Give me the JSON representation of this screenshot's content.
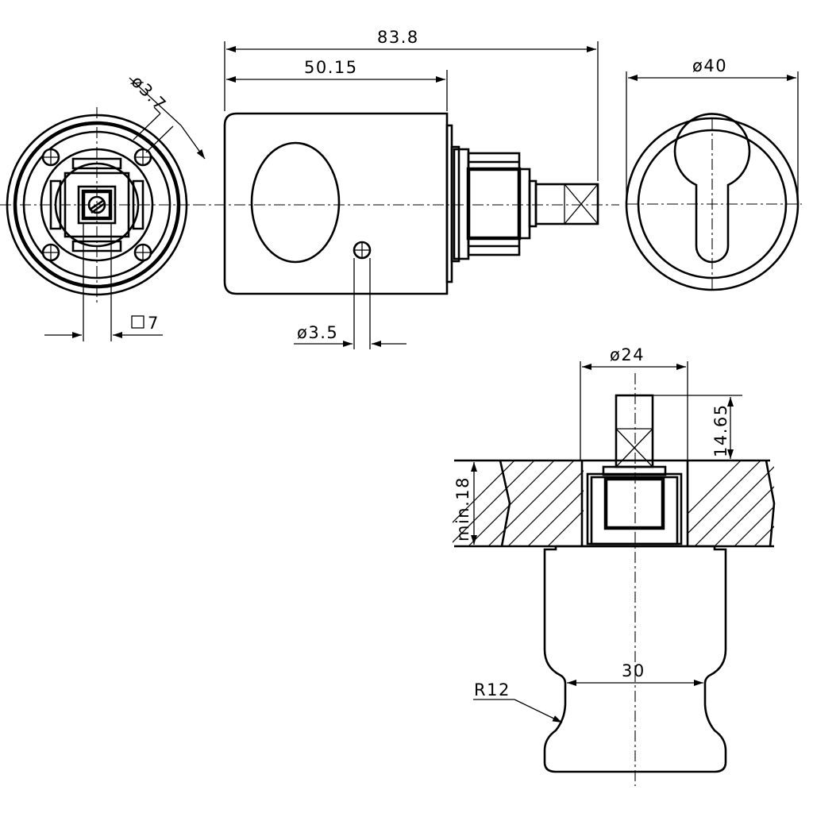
{
  "dimensions": {
    "overall_length": "83.8",
    "body_length": "50.15",
    "outer_diameter": "ø40",
    "hole_diameter": "ø3.7",
    "square_drive": "7",
    "pin_diameter": "ø3.5",
    "collar_diameter": "ø24",
    "spindle_projection": "14.65",
    "min_thickness": "min.18",
    "waist_width": "30",
    "radius": "R12"
  }
}
